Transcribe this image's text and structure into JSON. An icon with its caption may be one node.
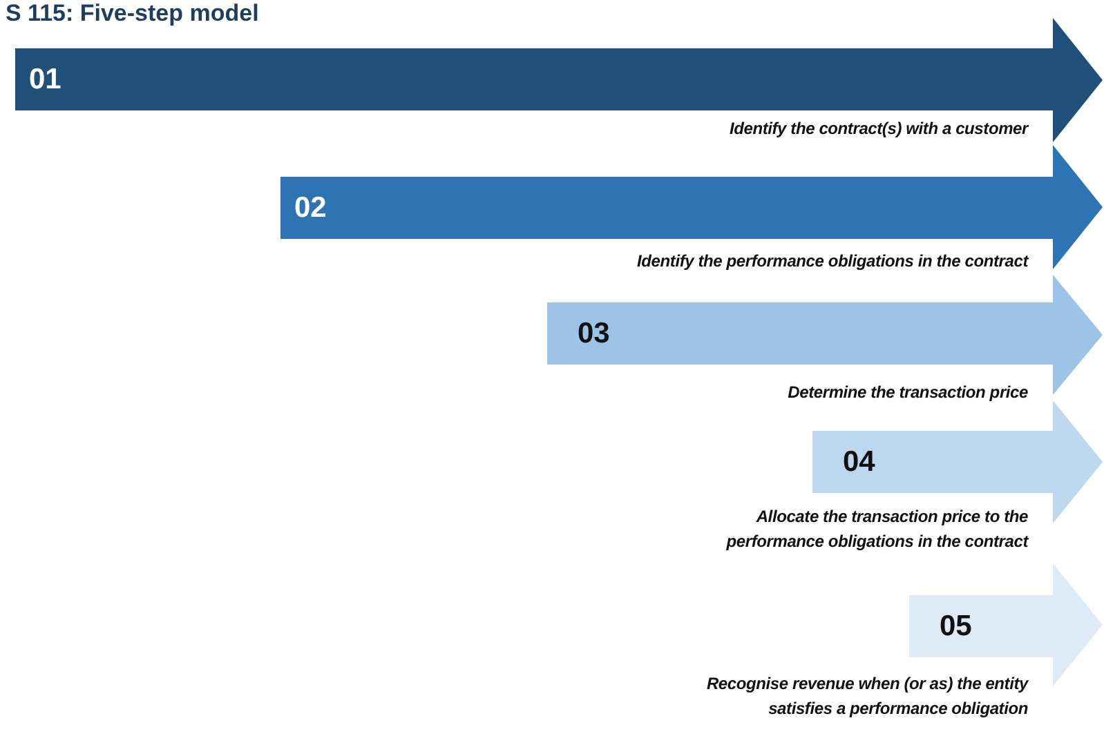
{
  "diagram": {
    "title": "S 115: Five-step model",
    "nodes": [
      {
        "text": [
          "01"
        ],
        "beside": [
          "Identify the contract(s) with a customer"
        ]
      },
      {
        "text": [
          "02"
        ],
        "beside": [
          "Identify the performance obligations in the contract"
        ]
      },
      {
        "text": [
          "03"
        ],
        "beside": [
          "Determine the transaction price"
        ]
      },
      {
        "text": [
          "04"
        ],
        "beside": [
          "Allocate the transaction price to the performance obligations in the contract"
        ]
      },
      {
        "text": [
          "05"
        ],
        "beside": [
          "Recognise revenue when (or as) the entity satisfies a performance obligation"
        ]
      }
    ]
  }
}
